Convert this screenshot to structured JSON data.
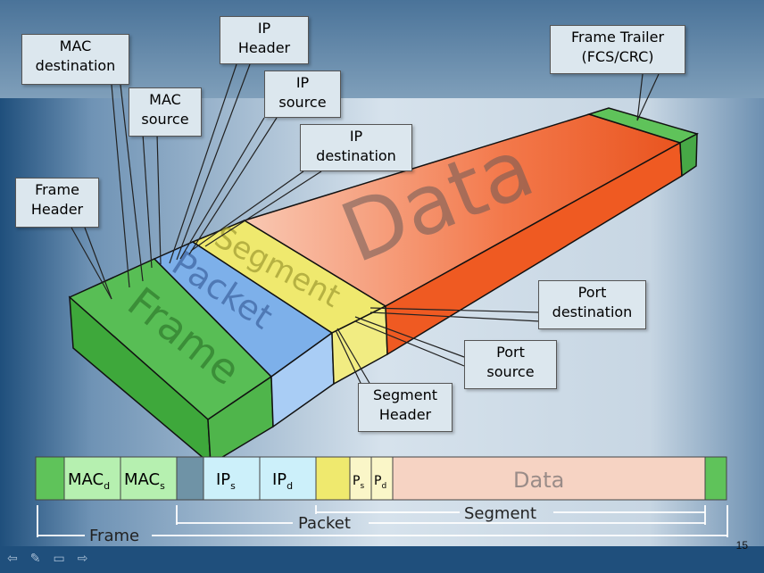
{
  "callouts": {
    "mac_destination": [
      "MAC",
      "destination"
    ],
    "mac_source": [
      "MAC",
      "source"
    ],
    "ip_header": [
      "IP",
      "Header"
    ],
    "ip_source": [
      "IP",
      "source"
    ],
    "ip_destination": [
      "IP",
      "destination"
    ],
    "frame_header": [
      "Frame",
      "Header"
    ],
    "frame_trailer": [
      "Frame Trailer",
      "(FCS/CRC)"
    ],
    "port_destination": [
      "Port",
      "destination"
    ],
    "port_source": [
      "Port",
      "source"
    ],
    "segment_header": [
      "Segment",
      "Header"
    ]
  },
  "block": {
    "frame": "Frame",
    "packet": "Packet",
    "segment": "Segment",
    "data": "Data"
  },
  "bar": {
    "mac_d": "MAC",
    "mac_d_sub": "d",
    "mac_s": "MAC",
    "mac_s_sub": "s",
    "ip_s": "IP",
    "ip_s_sub": "s",
    "ip_d": "IP",
    "ip_d_sub": "d",
    "p_s": "P",
    "p_s_sub": "s",
    "p_d": "P",
    "p_d_sub": "d",
    "data": "Data"
  },
  "brackets": {
    "frame": "Frame",
    "packet": "Packet",
    "segment": "Segment"
  },
  "page_number": "15",
  "colors": {
    "frame_green": "#5fc35a",
    "packet_blue": "#7fb3ec",
    "segment_yellow": "#efe970",
    "data_orange": "#f2663a",
    "data_light": "#f6d3c3"
  },
  "nav_icons": [
    "arrow-left-icon",
    "pen-icon",
    "screen-icon",
    "arrow-right-icon"
  ]
}
